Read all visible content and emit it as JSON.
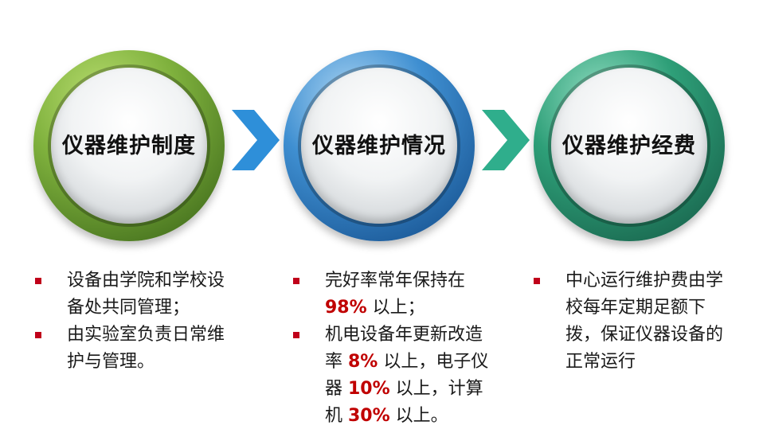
{
  "colors": {
    "bullet": "#c0001a",
    "arrow_blue": "#2e8fd9",
    "arrow_teal": "#2fae8c"
  },
  "circles": [
    {
      "label": "仪器维护制度"
    },
    {
      "label": "仪器维护情况"
    },
    {
      "label": "仪器维护经费"
    }
  ],
  "columns": {
    "left": {
      "items": [
        {
          "lines": [
            "设备由学院和学校设",
            "备处共同管理；"
          ]
        },
        {
          "lines": [
            "由实验室负责日常维",
            "护与管理。"
          ]
        }
      ]
    },
    "middle": {
      "item1": {
        "line1": "完好率常年保持在",
        "pct": "98%",
        "line2_rest": " 以上；"
      },
      "item2": {
        "line1": "机电设备年更新改造",
        "l2_pre": "率 ",
        "pct1": "8%",
        "l2_post": " 以上，电子仪",
        "l3_pre": "器 ",
        "pct2": "10%",
        "l3_post": " 以上，计算",
        "l4_pre": "机 ",
        "pct3": "30%",
        "l4_post": " 以上。"
      }
    },
    "right": {
      "items": [
        {
          "lines": [
            "中心运行维护费由学",
            "校每年定期足额下",
            "拨，保证仪器设备的",
            "正常运行"
          ]
        }
      ]
    }
  }
}
